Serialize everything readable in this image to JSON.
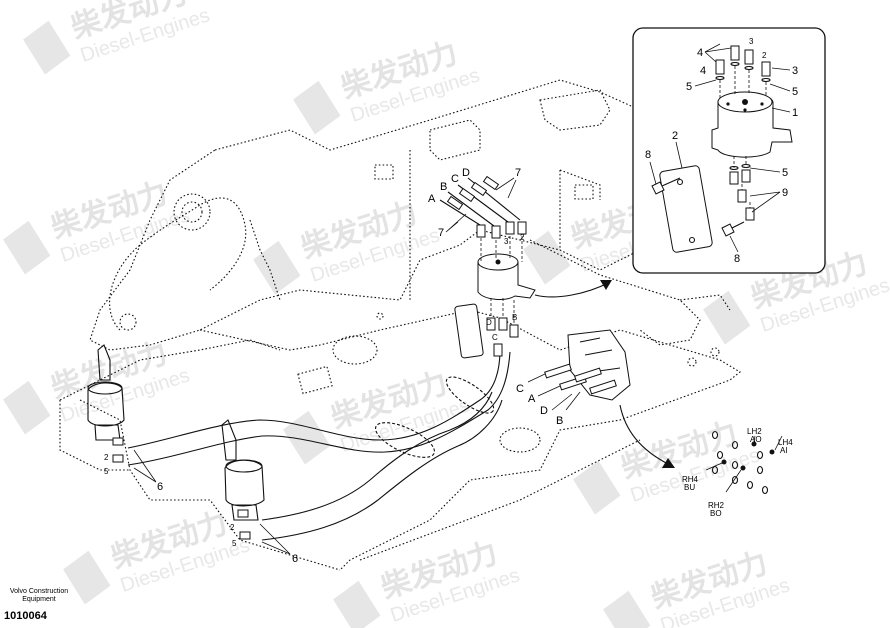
{
  "watermark": {
    "brand_cn": "柴发动力",
    "brand_en": "Diesel-Engines"
  },
  "callouts": {
    "n1": "1",
    "n2": "2",
    "n3": "3",
    "n4": "4",
    "n5": "5",
    "n6": "6",
    "n7": "7",
    "n8": "8",
    "n9": "9",
    "A": "A",
    "B": "B",
    "C": "C",
    "D": "D"
  },
  "port_labels": {
    "lh2": "LH2",
    "ao": "AO",
    "lh4": "LH4",
    "ai": "AI",
    "rh4": "RH4",
    "bu": "BU",
    "rh2": "RH2",
    "bo": "BO"
  },
  "footer": {
    "company_line1": "Volvo Construction",
    "company_line2": "Equipment",
    "doc_number": "1010064"
  }
}
